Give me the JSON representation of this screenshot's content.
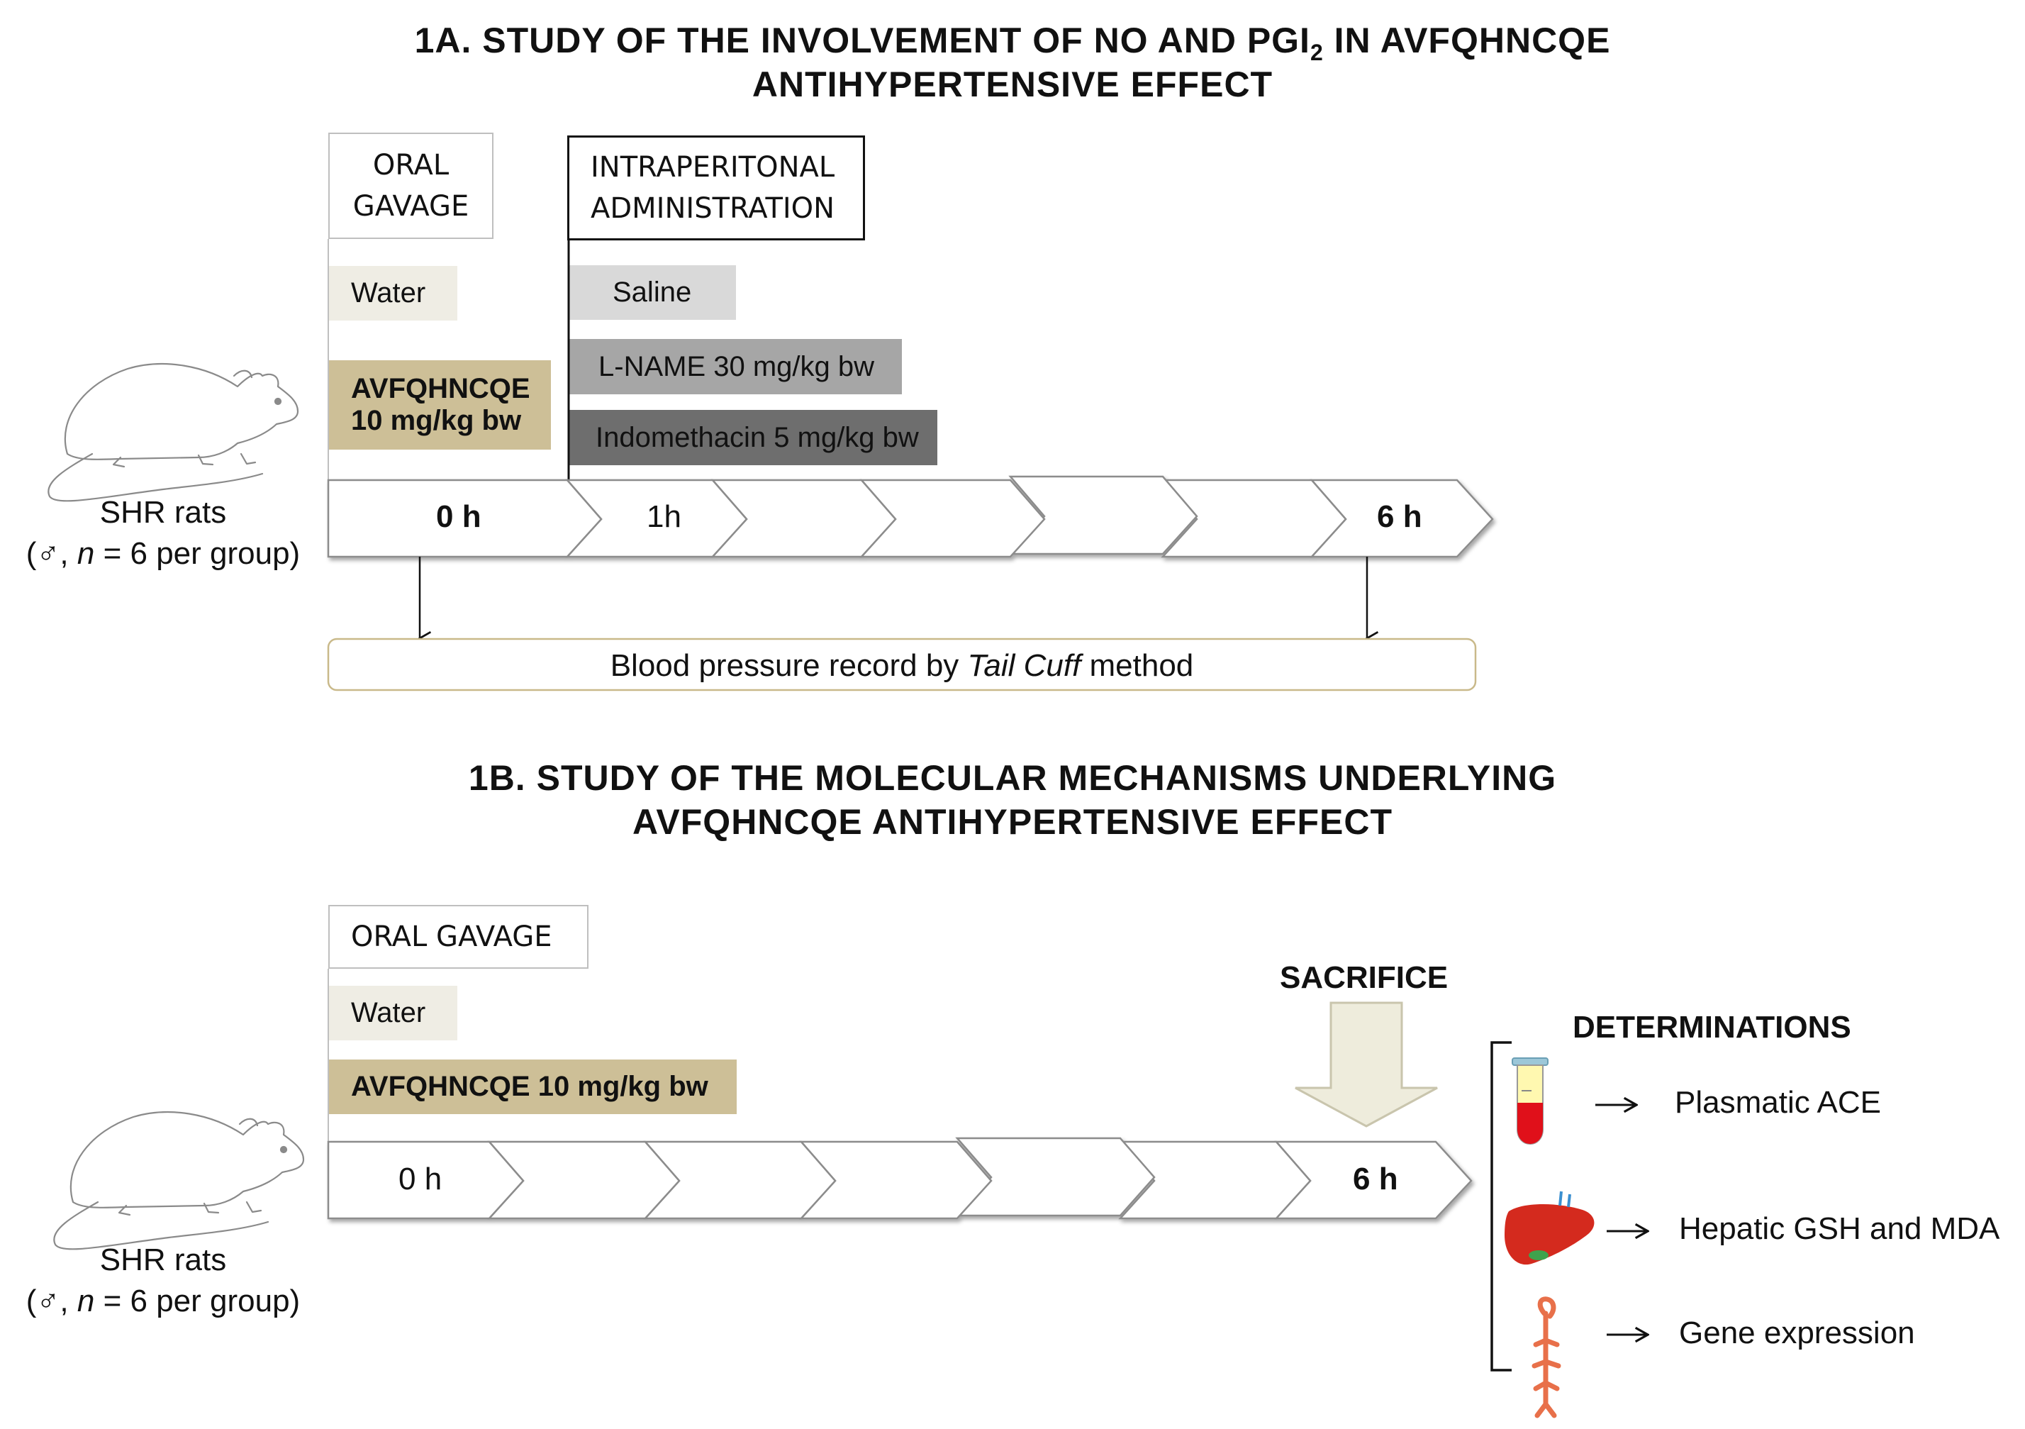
{
  "panel_a": {
    "title_line1_pre": "1A. STUDY OF THE INVOLVEMENT OF NO AND PGI",
    "title_line1_sub": "2",
    "title_line1_post": " IN AVFQHNCQE",
    "title_line2": "ANTIHYPERTENSIVE EFFECT",
    "oral_gavage_line1": "ORAL",
    "oral_gavage_line2": "GAVAGE",
    "ip_line1": "INTRAPERITONAL",
    "ip_line2": "ADMINISTRATION",
    "water": "Water",
    "peptide_line1": "AVFQHNCQE",
    "peptide_line2": "10 mg/kg bw",
    "saline": "Saline",
    "lname": "L-NAME  30 mg/kg bw",
    "indomethacin": "Indomethacin 5 mg/kg bw",
    "time_0": "0 h",
    "time_1": "1h",
    "time_6": "6 h",
    "rats_line1": "SHR rats",
    "rats_line2_pre": "(♂, ",
    "rats_line2_n": "n",
    "rats_line2_post": " = 6 per group)",
    "bp_pre": "Blood pressure record by ",
    "bp_italic": "Tail Cuff",
    "bp_post": " method"
  },
  "panel_b": {
    "title_line1": "1B. STUDY OF THE MOLECULAR MECHANISMS UNDERLYING",
    "title_line2": "AVFQHNCQE ANTIHYPERTENSIVE EFFECT",
    "oral_gavage": "ORAL GAVAGE",
    "water": "Water",
    "peptide": "AVFQHNCQE 10 mg/kg bw",
    "time_0": "0 h",
    "time_6": "6 h",
    "sacrifice": "SACRIFICE",
    "determinations": "DETERMINATIONS",
    "det_1": "Plasmatic ACE",
    "det_2": "Hepatic GSH and MDA",
    "det_3": "Gene expression",
    "rats_line1": "SHR rats",
    "rats_line2_pre": "(♂, ",
    "rats_line2_n": "n",
    "rats_line2_post": " = 6 per group)"
  },
  "colors": {
    "water": "#efede4",
    "peptide": "#cdbf97",
    "saline": "#d9d9d9",
    "lname": "#a6a6a6",
    "indomethacin": "#6e6e6e",
    "bp_border": "#c9b98a",
    "sacrifice_arrow": "#eeecdc"
  },
  "icons": [
    "rat-icon",
    "blood-tube-icon",
    "liver-icon",
    "aorta-icon"
  ]
}
